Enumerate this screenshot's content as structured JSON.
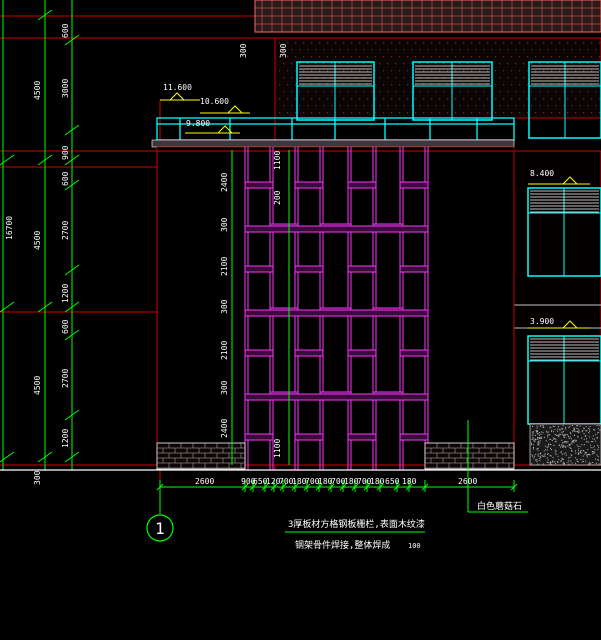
{
  "drawing": {
    "left_dims": {
      "outer_vertical": [
        "4500",
        "4500",
        "4500",
        "300"
      ],
      "total": "16700",
      "inner_vertical": [
        "600",
        "3000",
        "900",
        "600",
        "2700",
        "1200",
        "600",
        "2700",
        "1200"
      ]
    },
    "levels": {
      "parapet_top": "11.600",
      "parapet_mid": "10.600",
      "parapet_low": "9.800",
      "floor_3": "8.400",
      "floor_2": "3.900"
    },
    "top_dims": [
      "300",
      "300"
    ],
    "wall_vertical_dims": [
      "1100",
      "200",
      "2400",
      "300",
      "2100",
      "300",
      "2100",
      "300",
      "2400",
      "1100"
    ],
    "bottom_dims": [
      "2600",
      "900",
      "650",
      "120",
      "700",
      "180",
      "700",
      "180",
      "700",
      "180",
      "700",
      "180",
      "650",
      "180",
      "2600"
    ],
    "grid_axis": "1",
    "notes": {
      "line1": "3厚板材方格钢板栅栏,表面木纹漆",
      "line2": "钢架骨件焊接,整体焊成",
      "note_num": "100"
    },
    "material_label": "白色蘑菇石",
    "colors": {
      "background": "#000000",
      "dimension": "#00ff00",
      "grid_lines": "#ff0000",
      "magenta_frame": "#ff33ff",
      "windows": "#00ffff",
      "text": "#ffffff",
      "level_marks": "#ffff00"
    }
  }
}
